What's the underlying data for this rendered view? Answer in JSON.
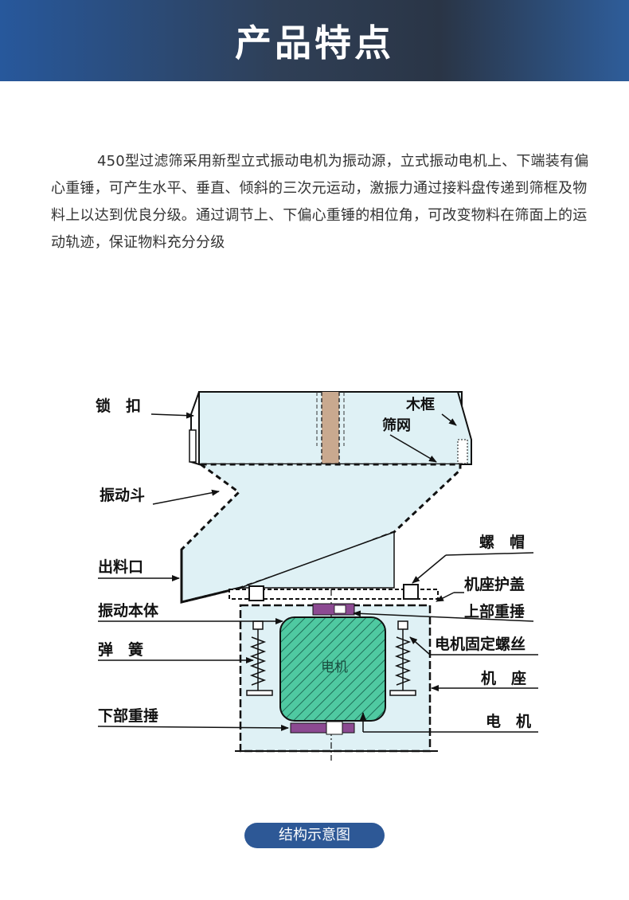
{
  "header": {
    "title": "产品特点"
  },
  "intro_text": "450型过滤筛采用新型立式振动电机为振动源，立式振动电机上、下端装有偏心重锤，可产生水平、垂直、倾斜的三次元运动，激振力通过接料盘传递到筛框及物料上以达到优良分级。通过调节上、下偏心重锤的相位角，可改变物料在筛面上的运动轨迹，保证物料充分分级",
  "diagram": {
    "motor_label": "电机",
    "labels_left": [
      "锁　扣",
      "振动斗",
      "出料口",
      "振动本体",
      "弹　簧",
      "下部重捶"
    ],
    "labels_right": [
      "木框",
      "筛网",
      "螺　帽",
      "机座护盖",
      "上部重捶",
      "电机固定螺丝",
      "机　座",
      "电　机"
    ]
  },
  "caption": "结构示意图",
  "colors": {
    "banner_blue": "#27589c",
    "banner_dark": "#2f3f56",
    "diagram_fill": "#dff1f5",
    "motor_green": "#4fc9a1",
    "weight_purple": "#8c4a92",
    "caption_bg": "#2d5896"
  }
}
